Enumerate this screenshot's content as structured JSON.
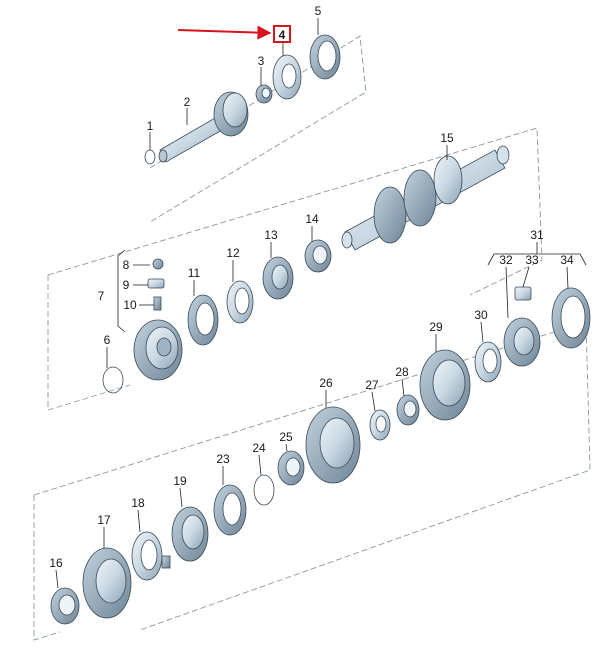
{
  "diagram": {
    "callouts": {
      "c1": "1",
      "c2": "2",
      "c3": "3",
      "c4": "4",
      "c5": "5",
      "c6": "6",
      "c7": "7",
      "c8": "8",
      "c9": "9",
      "c10": "10",
      "c11": "11",
      "c12": "12",
      "c13": "13",
      "c14": "14",
      "c15": "15",
      "c16": "16",
      "c17": "17",
      "c18": "18",
      "c19": "19",
      "c20": "",
      "c21": "",
      "c22": "",
      "c23": "23",
      "c24": "24",
      "c25": "25",
      "c26": "26",
      "c27": "27",
      "c28": "28",
      "c29": "29",
      "c30": "30",
      "c31": "31",
      "c32": "32",
      "c33": "33",
      "c34": "34"
    },
    "highlighted_callout": "4",
    "colors": {
      "highlight_box": "#d9121b",
      "arrow": "#d9121b",
      "part_fill": "#d7e3ec",
      "part_shade": "#9fb3c3",
      "part_dark": "#5f7486",
      "frame_dash": "#8a98a8"
    }
  }
}
